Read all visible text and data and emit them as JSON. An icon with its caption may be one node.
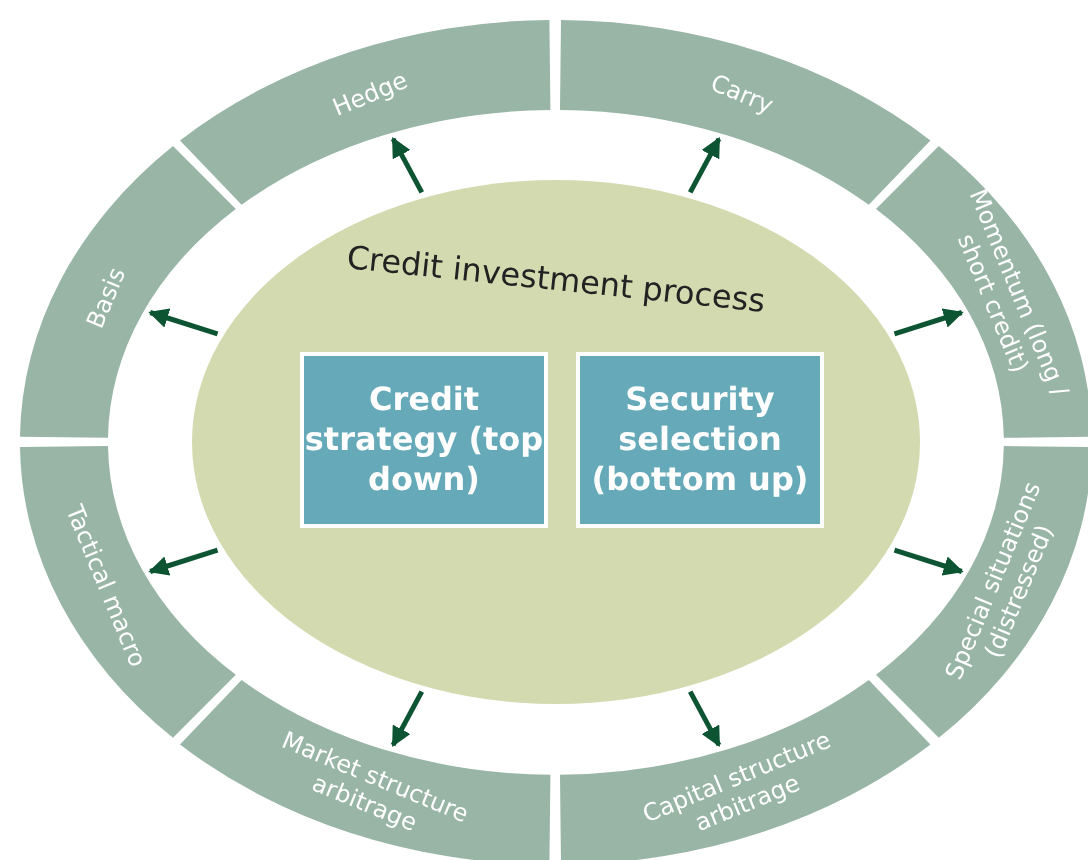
{
  "diagram": {
    "nodes": [
      {
        "text": [
          "Credit investment process"
        ]
      },
      {
        "text": [
          "Credit strategy (top down)"
        ],
        "in": 0
      },
      {
        "text": [
          "Security selection (bottom up)"
        ],
        "in": 0
      },
      {
        "text": [
          "Hedge"
        ]
      },
      {
        "text": [
          "Carry"
        ]
      },
      {
        "text": [
          "Momentum (long / short credit)"
        ]
      },
      {
        "text": [
          "Special situations (distressed)"
        ]
      },
      {
        "text": [
          "Capital structure arbitrage"
        ]
      },
      {
        "text": [
          "Market structure arbitrage"
        ]
      },
      {
        "text": [
          "Tactical macro"
        ]
      },
      {
        "text": [
          "Basis"
        ]
      }
    ],
    "edges": [
      {
        "from": 0,
        "to": 3,
        "arrow": "to"
      },
      {
        "from": 0,
        "to": 4,
        "arrow": "to"
      },
      {
        "from": 0,
        "to": 5,
        "arrow": "to"
      },
      {
        "from": 0,
        "to": 6,
        "arrow": "to"
      },
      {
        "from": 0,
        "to": 7,
        "arrow": "to"
      },
      {
        "from": 0,
        "to": 8,
        "arrow": "to"
      },
      {
        "from": 0,
        "to": 9,
        "arrow": "to"
      },
      {
        "from": 0,
        "to": 10,
        "arrow": "to"
      }
    ]
  }
}
